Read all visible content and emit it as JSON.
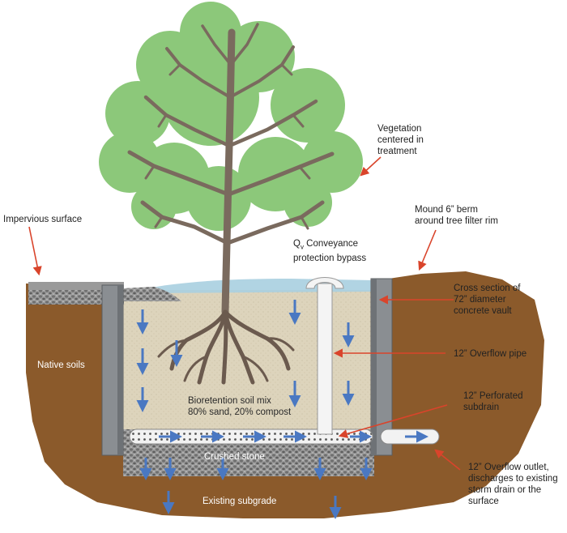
{
  "labels": {
    "vegetation": "Vegetation\ncentered in\ntreatment",
    "impervious": "Impervious surface",
    "mound": "Mound 6” berm\naround tree filter rim",
    "bypass_q": "Q",
    "bypass_sub": "v",
    "bypass_rest": " Conveyance\nprotection bypass",
    "vault": "Cross section of\n72” diameter\nconcrete vault",
    "native": "Native soils",
    "overflow_pipe": "12” Overflow pipe",
    "soil_mix": "Bioretention soil mix\n80% sand, 20% compost",
    "perforated": "12” Perforated\nsubdrain",
    "crushed": "Crushed stone",
    "outlet": "12” Overflow outlet,\ndischarges to existing\nstorm drain or the\nsurface",
    "subgrade": "Existing subgrade"
  },
  "colors": {
    "soil": "#8b5a2b",
    "soil_dark": "#6e4520",
    "mix": "#ddd3b8",
    "stone": "#8c8c8c",
    "canopy": "#8cc87a",
    "trunk": "#7a6a5e",
    "water": "#a9cfe0",
    "arrow_blue": "#4a78c2",
    "arrow_red": "#d9442b",
    "wall": "#8a8e92"
  }
}
